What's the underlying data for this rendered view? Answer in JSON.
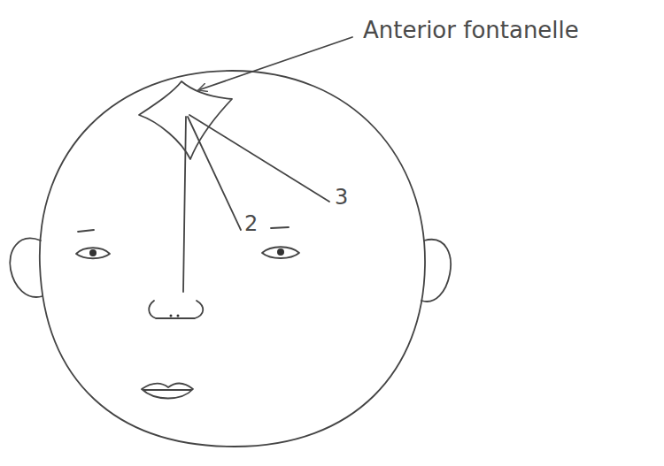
{
  "diagram": {
    "labels": [
      "Anterior fontanelle",
      "2",
      "3"
    ]
  }
}
